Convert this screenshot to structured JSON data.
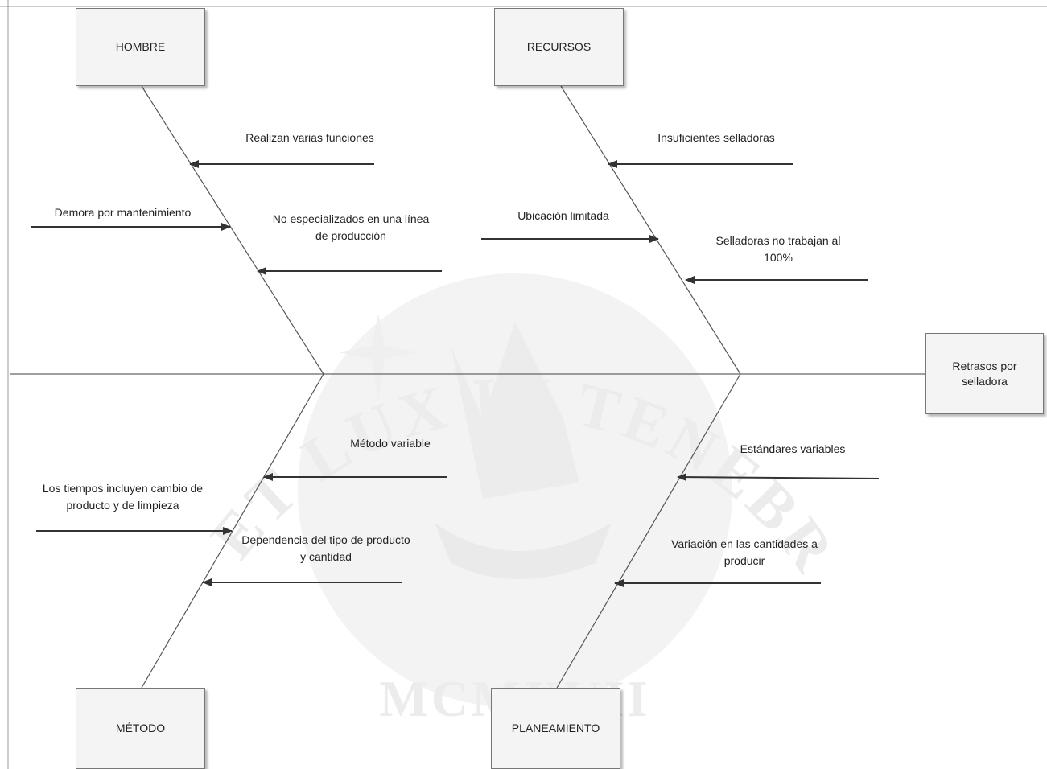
{
  "diagram": {
    "type": "ishikawa",
    "effect": "Retrasos por selladora",
    "categories": {
      "hombre": {
        "title": "HOMBRE",
        "causes": [
          "Realizan varias funciones",
          "Demora por mantenimiento",
          "No especializados en una línea de producción"
        ]
      },
      "recursos": {
        "title": "RECURSOS",
        "causes": [
          "Insuficientes selladoras",
          "Ubicación limitada",
          "Selladoras no trabajan al 100%"
        ]
      },
      "metodo": {
        "title": "MÉTODO",
        "causes": [
          "Método variable",
          "Los tiempos incluyen cambio de producto y de limpieza",
          "Dependencia del tipo de producto y cantidad"
        ]
      },
      "planeamiento": {
        "title": "PLANEAMIENTO",
        "causes": [
          "Estándares variables",
          "Variación en las cantidades a producir"
        ]
      }
    },
    "watermark": {
      "text_top": "ET LUX IN TENEBRIS LUCET",
      "text_bottom": "MCMXVII"
    },
    "colors": {
      "line": "#666666",
      "arrow": "#333333",
      "box_fill": "#f4f4f4",
      "box_border": "#777777",
      "watermark": "#ececec"
    }
  }
}
